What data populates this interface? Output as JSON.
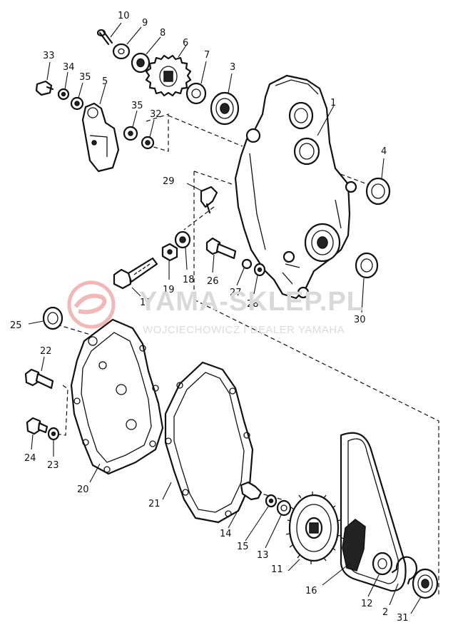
{
  "watermark": {
    "title": "YAMA-SKLEP.PL",
    "subtitle": "WOJCIECHOWICZ I DEALER YAMAHA",
    "color": "#d9d9d9",
    "logo_color": "#f2b8b8"
  },
  "callouts": {
    "p1": "1",
    "p2": "2",
    "p3": "3",
    "p4": "4",
    "p5": "5",
    "p6": "6",
    "p7": "7",
    "p8": "8",
    "p9": "9",
    "p10": "10",
    "p11": "11",
    "p12": "12",
    "p13": "13",
    "p14": "14",
    "p15": "15",
    "p16": "16",
    "p17": "17",
    "p18": "18",
    "p19": "19",
    "p20": "20",
    "p21": "21",
    "p22": "22",
    "p23": "23",
    "p24": "24",
    "p25": "25",
    "p26": "26",
    "p27": "27",
    "p28": "28",
    "p29": "29",
    "p30": "30",
    "p31": "31",
    "p32": "32",
    "p33": "33",
    "p34": "34",
    "p35a": "35",
    "p35b": "35"
  }
}
